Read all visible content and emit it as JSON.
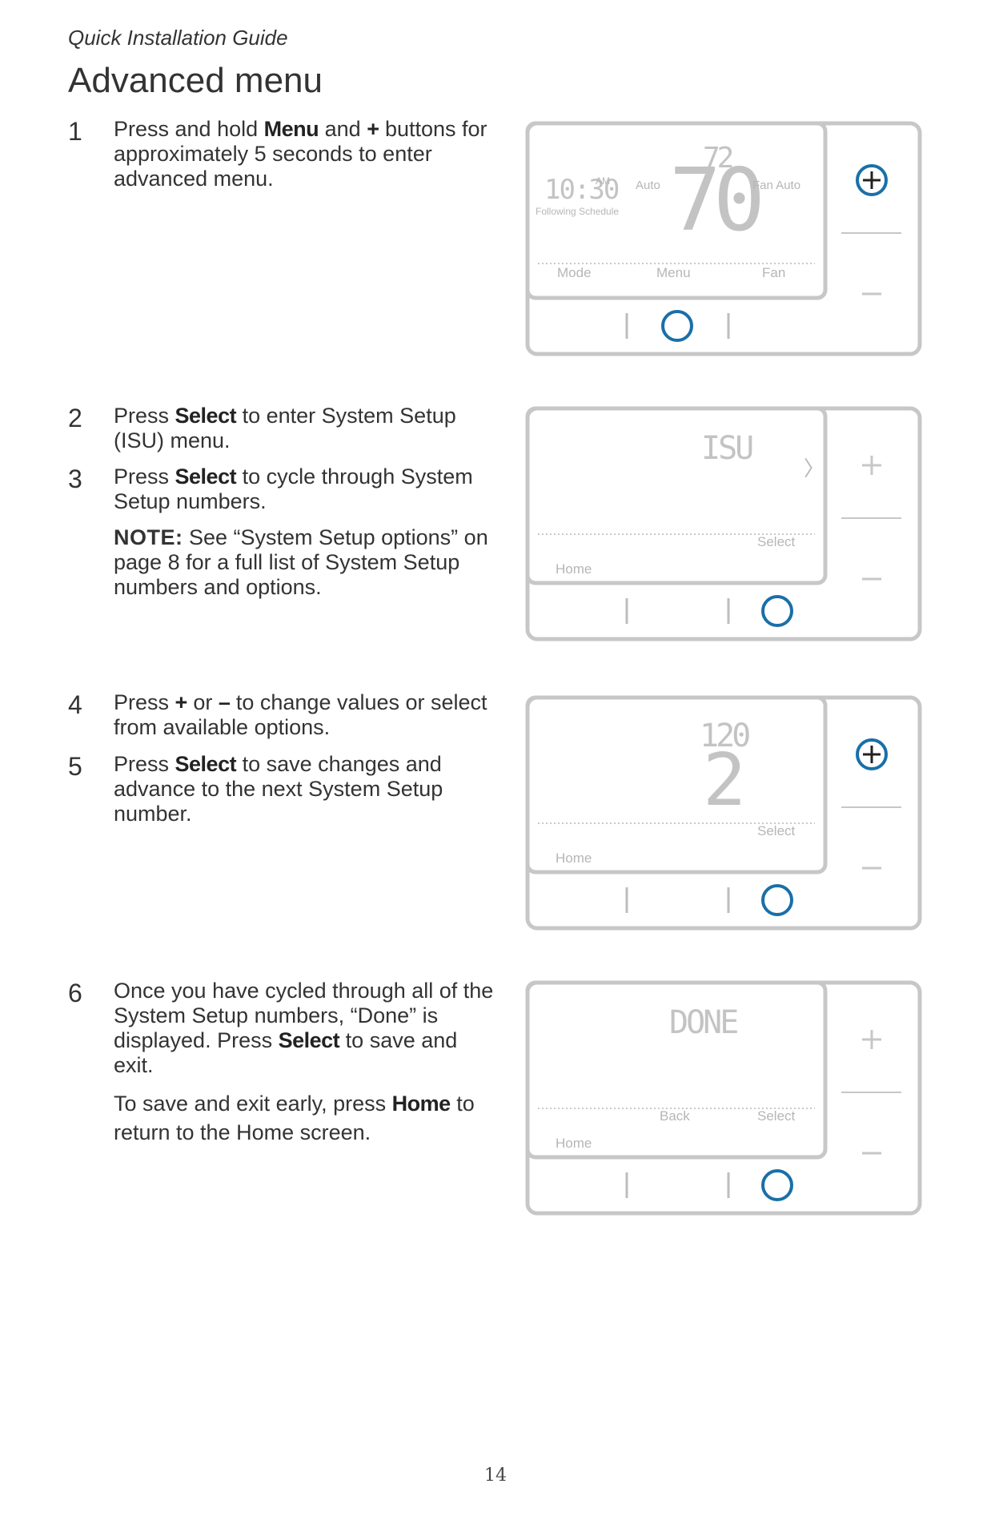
{
  "header": {
    "running_head": "Quick Installation Guide",
    "title": "Advanced menu"
  },
  "steps": [
    {
      "num": "1",
      "pre": "Press and hold ",
      "k1": "Menu",
      "mid": " and ",
      "k2": "+",
      "post": " buttons for approximately 5 seconds to enter advanced menu."
    },
    {
      "num": "2",
      "pre": "Press ",
      "k1": "Select",
      "post": " to enter System Setup (ISU) menu."
    },
    {
      "num": "3",
      "pre": "Press ",
      "k1": "Select",
      "post": " to cycle through System Setup numbers."
    },
    {
      "num": "4",
      "pre": "Press ",
      "k1": "+",
      "mid": " or ",
      "k2": "–",
      "post": " to change values or select from available options."
    },
    {
      "num": "5",
      "pre": "Press ",
      "k1": "Select",
      "post": " to save changes and advance to the next System Setup number."
    },
    {
      "num": "6",
      "pre": "Once you have cycled through all of the System Setup numbers, “Done” is displayed. Press ",
      "k1": "Select",
      "post": " to save and exit."
    }
  ],
  "note": {
    "label": "NOTE:",
    "text": " See “System Setup options” on page 8 for a full list of System Setup numbers and options."
  },
  "step6_extra": {
    "pre": "To save and exit early, press ",
    "k1": "Home",
    "post": " to return to the Home screen."
  },
  "figures": {
    "fig1": {
      "time": "10:30",
      "ampm": "AM",
      "following": "Following Schedule",
      "mode_left": "Auto",
      "setpoint": "72",
      "temp": "70",
      "fan": "Fan Auto",
      "soft1": "Mode",
      "soft2": "Menu",
      "soft3": "Fan"
    },
    "fig2": {
      "display": "ISU",
      "arrow": "〉",
      "soft3": "Select",
      "home": "Home"
    },
    "fig3": {
      "isu_num": "120",
      "value": "2",
      "soft3": "Select",
      "home": "Home"
    },
    "fig4": {
      "display": "DONE",
      "soft2": "Back",
      "soft3": "Select",
      "home": "Home"
    }
  },
  "colors": {
    "accent": "#1a6fa8",
    "frame": "#c7c7c7",
    "lcd_text": "#b6b6b6"
  },
  "footer": {
    "page_number": "14"
  }
}
